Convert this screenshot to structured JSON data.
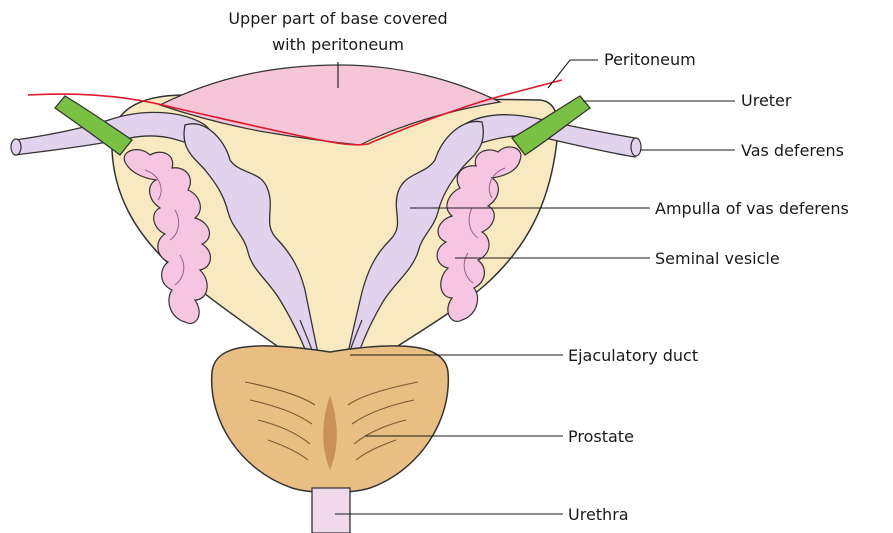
{
  "labels": {
    "upper_base_line1": "Upper part of base covered",
    "upper_base_line2": "with peritoneum",
    "peritoneum": "Peritoneum",
    "ureter": "Ureter",
    "vas_deferens": "Vas deferens",
    "ampulla": "Ampulla of vas deferens",
    "seminal_vesicle": "Seminal vesicle",
    "ejaculatory_duct": "Ejaculatory duct",
    "prostate": "Prostate",
    "urethra": "Urethra"
  },
  "colors": {
    "bladder_fill": "#f9e9c0",
    "peritoneum_cap": "#f5c6d8",
    "peritoneum_line": "#e0192b",
    "vas_fill": "#e3d2ee",
    "vesicle_fill": "#f6c5e1",
    "ureter_fill": "#79c142",
    "prostate_fill": "#e8be82",
    "urethra_fill": "#efd9ea",
    "outline": "#333333"
  }
}
